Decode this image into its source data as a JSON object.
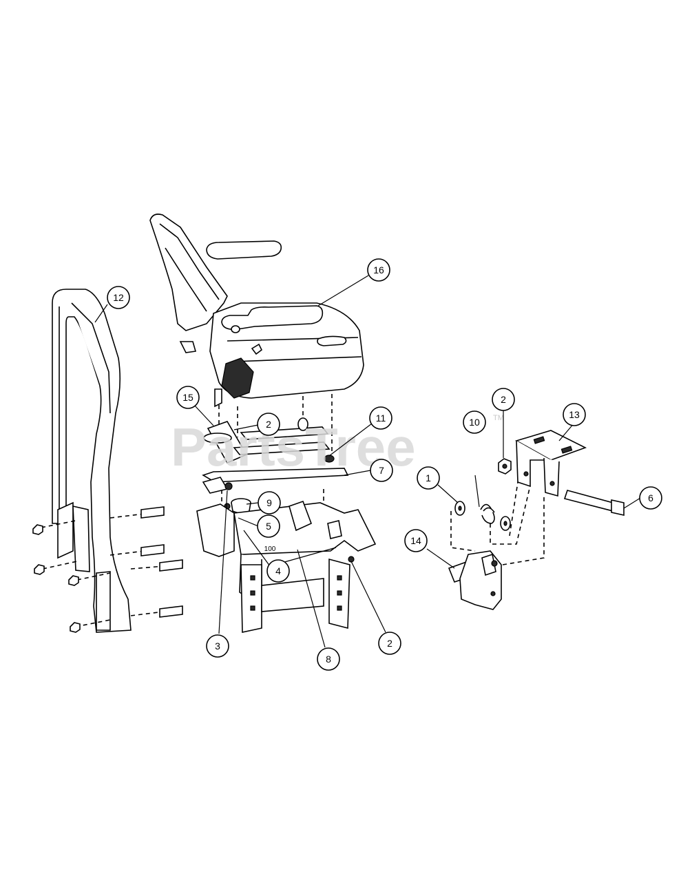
{
  "watermark": {
    "text": "PartsTree",
    "trademark": "TM"
  },
  "callouts": [
    {
      "id": "c16",
      "label": "16"
    },
    {
      "id": "c12",
      "label": "12"
    },
    {
      "id": "c15",
      "label": "15"
    },
    {
      "id": "c2a",
      "label": "2"
    },
    {
      "id": "c11",
      "label": "11"
    },
    {
      "id": "c7",
      "label": "7"
    },
    {
      "id": "c9",
      "label": "9"
    },
    {
      "id": "c5",
      "label": "5"
    },
    {
      "id": "c4",
      "label": "4"
    },
    {
      "id": "c3",
      "label": "3"
    },
    {
      "id": "c8",
      "label": "8"
    },
    {
      "id": "c2b",
      "label": "2"
    },
    {
      "id": "c10",
      "label": "10"
    },
    {
      "id": "c2c",
      "label": "2"
    },
    {
      "id": "c13",
      "label": "13"
    },
    {
      "id": "c1",
      "label": "1"
    },
    {
      "id": "c6",
      "label": "6"
    },
    {
      "id": "c14",
      "label": "14"
    }
  ],
  "frame_marking": "100"
}
